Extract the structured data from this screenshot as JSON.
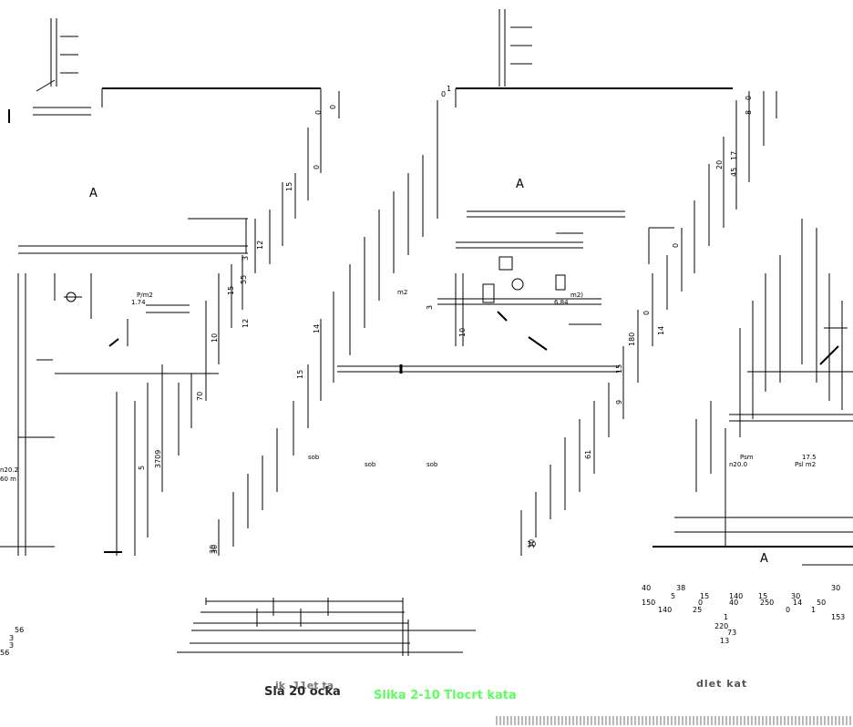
{
  "captions": {
    "left_main": "Sla 20 ocka",
    "left_sub": "ik -11et ta",
    "center_green": "Slika 2-10 Tlocrt kata",
    "right": "dlet kat"
  },
  "section_marks": [
    "A",
    "A",
    "A"
  ],
  "room_labels": {
    "left_area": "P/m2",
    "left_val": "1.74",
    "left_bottom_a": "n20.2",
    "left_bottom_b": "60 m",
    "center_m2": "m2",
    "center_m2b": "m2)",
    "center_val": "6.84",
    "center_sobe_1": "sob",
    "center_sobe_2": "sob",
    "center_sobe_3": "sob",
    "right_psm": "Psm",
    "right_n": "n20.0",
    "right_175": "17.5",
    "right_psm2": "Psl m2"
  },
  "dimensions_left": [
    "56",
    "3",
    "3",
    "56"
  ],
  "dimensions_vertical_left": [
    "5",
    "3709",
    "70",
    "10",
    "12",
    "15",
    "55",
    "12",
    "3",
    "15",
    "0",
    "0",
    "0"
  ],
  "dimensions_vertical_center": [
    "30",
    "14",
    "15",
    "3",
    "30",
    "10",
    "9",
    "180",
    "15",
    "14",
    "0",
    "0",
    "61",
    "8",
    "45",
    "20",
    "17",
    "0"
  ],
  "dimensions_bottom_right": [
    "40",
    "5",
    "150",
    "140",
    "38",
    "15",
    "0",
    "25",
    "140",
    "15",
    "40",
    "250",
    "1",
    "220",
    "73",
    "13",
    "30",
    "14",
    "0",
    "50",
    "1",
    "153",
    "30"
  ],
  "misc_text": [
    "30",
    "30",
    "0",
    "1"
  ]
}
